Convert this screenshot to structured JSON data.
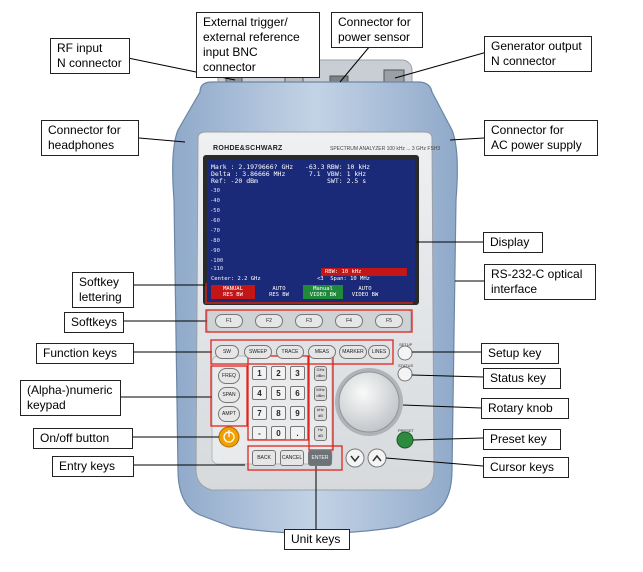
{
  "labels": {
    "rf_input": "RF input\nN connector",
    "ext_trigger": "External trigger/\nexternal reference\ninput BNC connector",
    "power_sensor": "Connector for\npower sensor",
    "generator_output": "Generator output\nN connector",
    "headphones": "Connector for\nheadphones",
    "ac_power": "Connector for\nAC power supply",
    "display": "Display",
    "rs232": "RS-232-C optical\ninterface",
    "softkey_lettering": "Softkey\nlettering",
    "softkeys": "Softkeys",
    "function_keys": "Function keys",
    "setup_key": "Setup key",
    "status_key": "Status key",
    "numeric_keypad": "(Alpha-)numeric\nkeypad",
    "rotary_knob": "Rotary knob",
    "onoff": "On/off button",
    "preset_key": "Preset key",
    "entry_keys": "Entry keys",
    "cursor_keys": "Cursor keys",
    "unit_keys": "Unit keys"
  },
  "device": {
    "brand": "ROHDE&SCHWARZ",
    "model": "SPECTRUM ANALYZER 100 kHz ... 3 GHz FSH3",
    "screen": {
      "marker_line1": "Mark : 2.1979666? GHz   -63.3",
      "marker_line2": "Delta : 3.86666 MHz      7.1",
      "ref_line": "Ref: -20 dBm",
      "rbw": "RBW: 10 kHz",
      "vbw": "VBW: 1 kHz",
      "swt": "SWT: 2.5 s",
      "y_ticks": [
        "-30",
        "-40",
        "-50",
        "-60",
        "-70",
        "-80",
        "-90",
        "-100",
        "-110"
      ],
      "rbw_bar": "RBW: 10 kHz",
      "center": "Center: 2.2 GHz",
      "span": "<3  Span: 10 MHz",
      "softkeys": [
        "MANUAL\nRES BW",
        "AUTO\nRES BW",
        "Manual\nVIDEO BW",
        "AUTO\nVIDEO BW"
      ]
    },
    "f_keys": [
      "F1",
      "F2",
      "F3",
      "F4",
      "F5"
    ],
    "function_keys": [
      "SW",
      "SWEEP",
      "TRACE",
      "MEAS",
      "MARKER",
      "LINES"
    ],
    "side_keys": [
      "FREQ",
      "SPAN",
      "AMPT"
    ],
    "num_keys": [
      "1",
      "2",
      "3",
      "4",
      "5",
      "6",
      "7",
      "8",
      "9",
      "-",
      "0",
      "."
    ],
    "unit_keys": [
      "GHz\ndBm",
      "MHz\ndBm",
      "kHz\ndB",
      "Hz\ndB"
    ],
    "entry_keys": [
      "BACK",
      "CANCEL",
      "ENTER"
    ],
    "setup_label": "SETUP",
    "status_label": "STATUS",
    "preset_label": "PRESET"
  }
}
